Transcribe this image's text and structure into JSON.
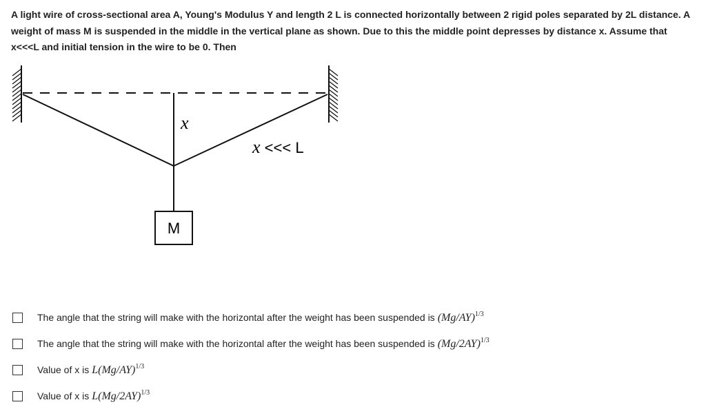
{
  "question": {
    "text": "A light wire of cross-sectional area A, Young's Modulus Y and length 2 L is connected horizontally between 2 rigid poles separated by 2L distance. A weight of mass M is suspended in the middle in the vertical plane as shown. Due to this the middle point depresses by distance x. Assume that x<<<L and initial tension in the wire to be 0. Then"
  },
  "diagram": {
    "label_x": "x",
    "label_condition_var": "x",
    "label_condition_rest": " <<< L",
    "mass_label": "M"
  },
  "options": [
    {
      "text": "The angle that the string will make with the horizontal after the weight has been suspended is",
      "math": "(Mg/AY)",
      "exp": "1/3"
    },
    {
      "text": "The angle that the string will make with the horizontal after the weight has been suspended is",
      "math": "(Mg/2AY)",
      "exp": "1/3"
    },
    {
      "text": "Value of x is",
      "math": "L(Mg/AY)",
      "exp": "1/3"
    },
    {
      "text": "Value of x is",
      "math": "L(Mg/2AY)",
      "exp": "1/3"
    }
  ]
}
